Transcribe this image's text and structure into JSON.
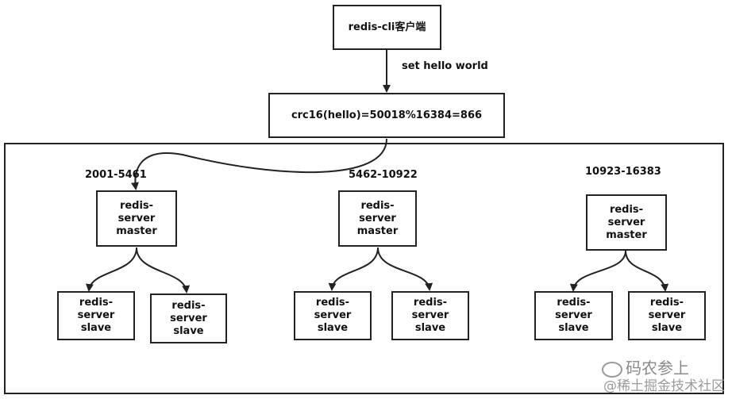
{
  "client": {
    "label": "redis-cli客户端"
  },
  "command": {
    "label": "set hello world"
  },
  "hash": {
    "label": "crc16(hello)=50018%16384=866"
  },
  "shards": [
    {
      "range": "2001-5461",
      "master": [
        "redis-",
        "server",
        "master"
      ],
      "slaves": [
        [
          "redis-",
          "server",
          "slave"
        ],
        [
          "redis-",
          "server",
          "slave"
        ]
      ]
    },
    {
      "range": "5462-10922",
      "master": [
        "redis-",
        "server",
        "master"
      ],
      "slaves": [
        [
          "redis-",
          "server",
          "slave"
        ],
        [
          "redis-",
          "server",
          "slave"
        ]
      ]
    },
    {
      "range": "10923-16383",
      "master": [
        "redis-",
        "server",
        "master"
      ],
      "slaves": [
        [
          "redis-",
          "server",
          "slave"
        ],
        [
          "redis-",
          "server",
          "slave"
        ]
      ]
    }
  ],
  "watermark": {
    "line1": "码农参上",
    "line2": "@稀土掘金技术社区"
  }
}
